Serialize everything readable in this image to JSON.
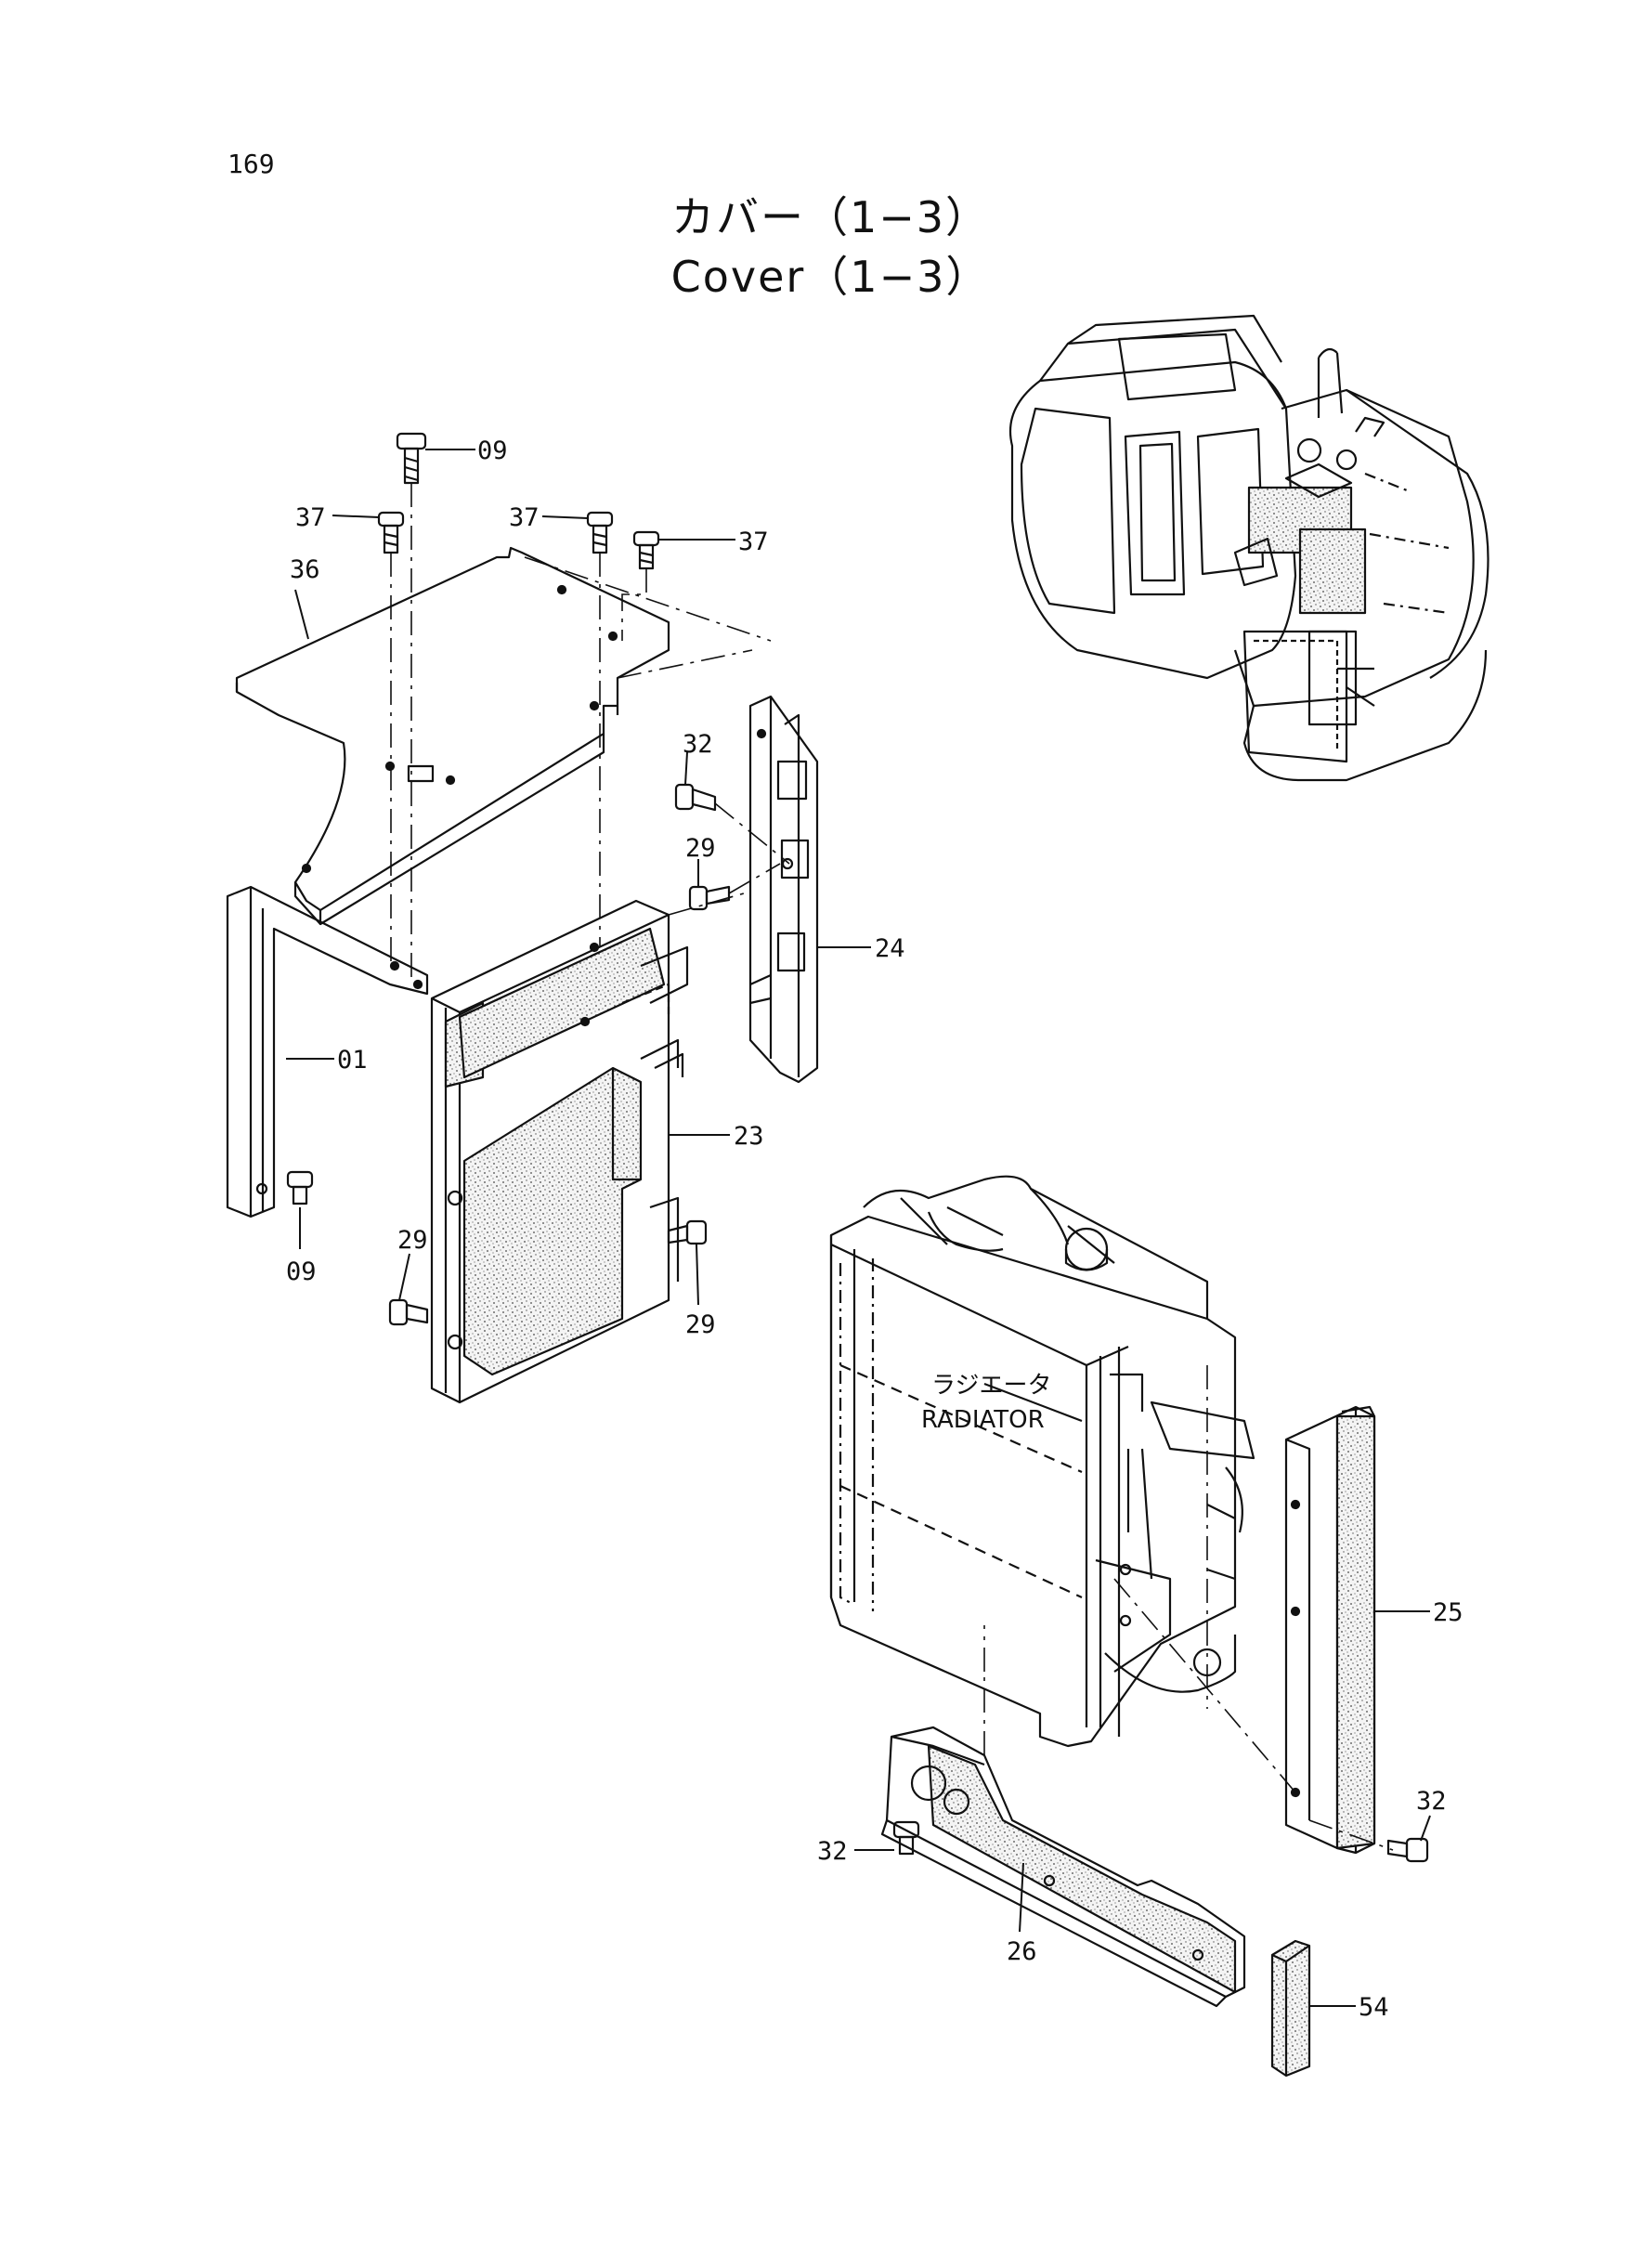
{
  "page_number": "169",
  "title_jp": "カバー（1−3）",
  "title_en": "Cover（1−3）",
  "radiator_label_jp": "ラジエータ",
  "radiator_label_en": "RADIATOR",
  "callouts": {
    "c09_top": "09",
    "c37_left": "37",
    "c37_mid": "37",
    "c37_right": "37",
    "c36": "36",
    "c32_upper": "32",
    "c29_upper": "29",
    "c24": "24",
    "c01": "01",
    "c23": "23",
    "c09_bottom": "09",
    "c29_left": "29",
    "c29_right": "29",
    "c25": "25",
    "c32_right": "32",
    "c32_bottom": "32",
    "c26": "26",
    "c54": "54"
  }
}
